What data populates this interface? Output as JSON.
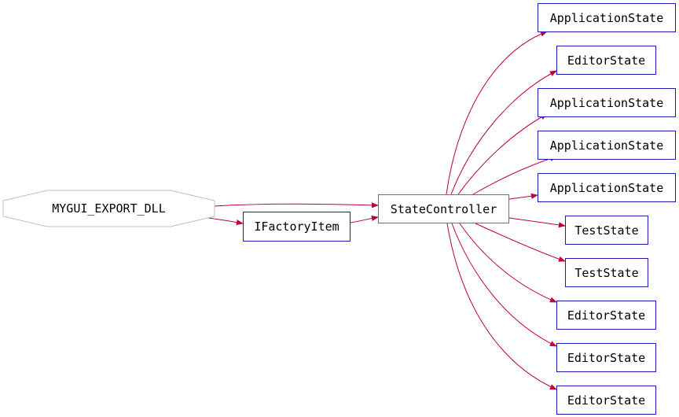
{
  "nodes": {
    "mygui": "MYGUI_EXPORT_DLL",
    "ifactory": "IFactoryItem",
    "controller": "StateController",
    "app1": "ApplicationState",
    "editor1": "EditorState",
    "app2": "ApplicationState",
    "app3": "ApplicationState",
    "app4": "ApplicationState",
    "test1": "TestState",
    "test2": "TestState",
    "editor2": "EditorState",
    "editor3": "EditorState",
    "editor4": "EditorState"
  },
  "edges": [
    [
      "mygui",
      "controller"
    ],
    [
      "mygui",
      "ifactory"
    ],
    [
      "ifactory",
      "controller"
    ],
    [
      "controller",
      "app1"
    ],
    [
      "controller",
      "editor1"
    ],
    [
      "controller",
      "app2"
    ],
    [
      "controller",
      "app3"
    ],
    [
      "controller",
      "app4"
    ],
    [
      "controller",
      "test1"
    ],
    [
      "controller",
      "test2"
    ],
    [
      "controller",
      "editor2"
    ],
    [
      "controller",
      "editor3"
    ],
    [
      "controller",
      "editor4"
    ]
  ],
  "colors": {
    "edge": "#c0003c",
    "class_border": "#1a1ab8",
    "focus_border": "#e04040",
    "macro_border": "#bfbfbf"
  }
}
